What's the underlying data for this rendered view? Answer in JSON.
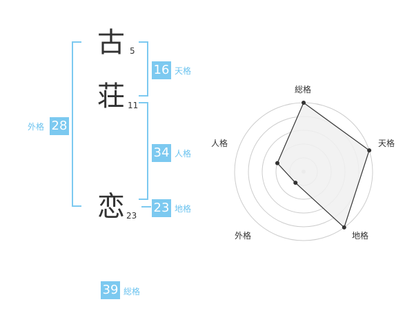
{
  "name": {
    "chars": [
      {
        "char": "古",
        "strokes": "5"
      },
      {
        "char": "荘",
        "strokes": "11"
      },
      {
        "char": "恋",
        "strokes": "23"
      }
    ]
  },
  "fortune": {
    "tenkaku": {
      "value": "16",
      "label": "天格"
    },
    "jinkaku": {
      "value": "34",
      "label": "人格"
    },
    "chikaku": {
      "value": "23",
      "label": "地格"
    },
    "gaikaku": {
      "value": "28",
      "label": "外格"
    },
    "soukaku": {
      "value": "39",
      "label": "総格"
    }
  },
  "colors": {
    "accent": "#7cc9f0",
    "radar_fill": "#f0f0f0",
    "radar_line": "#333333",
    "grid": "#cccccc"
  },
  "chart_data": {
    "type": "radar",
    "axes": [
      "総格",
      "天格",
      "地格",
      "外格",
      "人格"
    ],
    "values": [
      5,
      5,
      5,
      1,
      2
    ],
    "max": 5,
    "rings": 5
  }
}
